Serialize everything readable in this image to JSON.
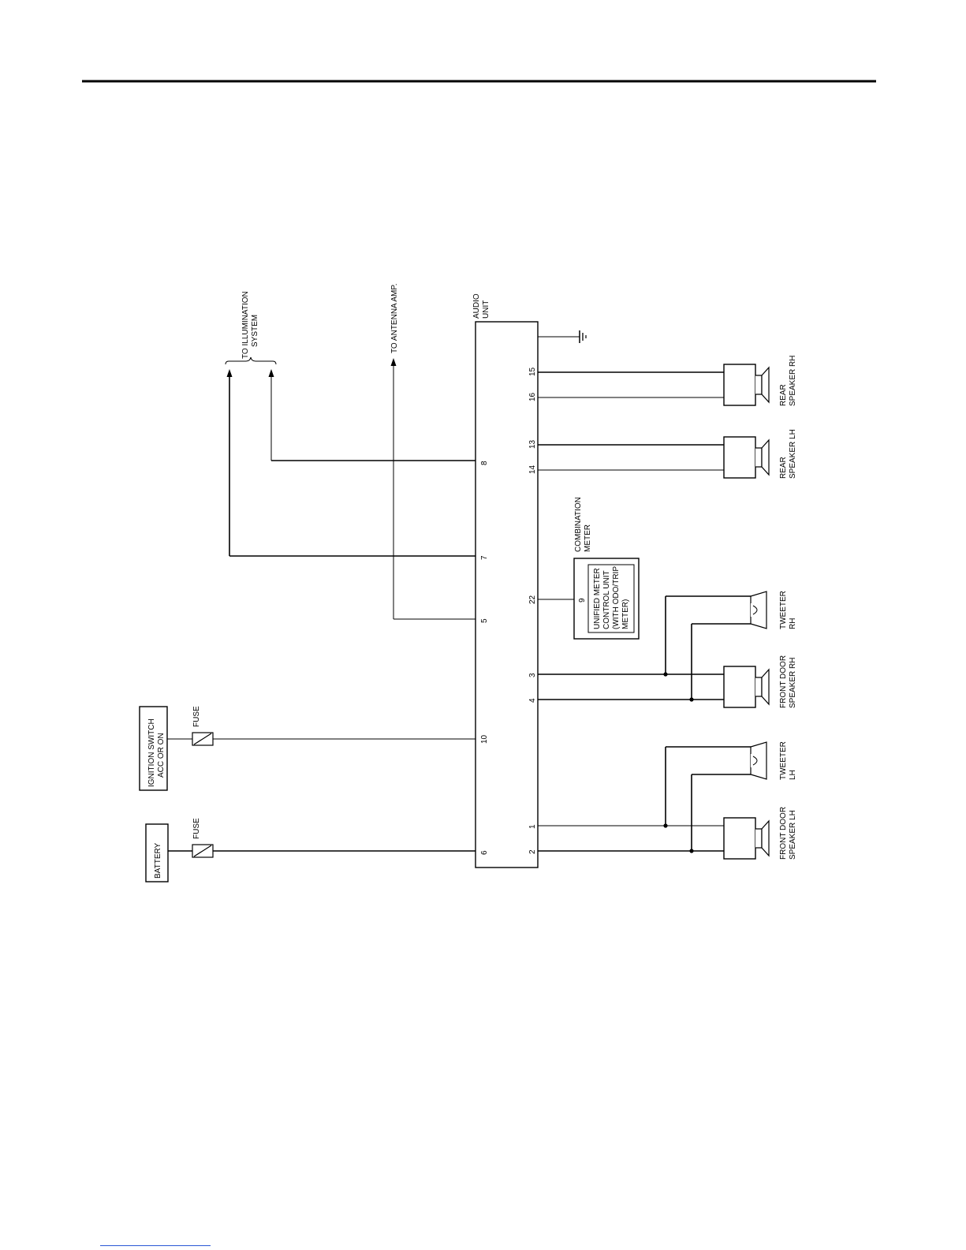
{
  "components": {
    "battery": "BATTERY",
    "ignition_switch": [
      "IGNITION SWITCH",
      "ACC OR ON"
    ],
    "fuse_label": "FUSE",
    "audio_unit": [
      "AUDIO",
      "UNIT"
    ],
    "to_illumination": [
      "TO ILLUMINATION",
      "SYSTEM"
    ],
    "to_antenna": "TO ANTENNA AMP.",
    "combination_meter": [
      "COMBINATION",
      "METER"
    ],
    "meter_pin": "9",
    "meter_unit": [
      "UNIFIED METER",
      "CONTROL UNIT",
      "(WITH ODO/TRIP",
      "METER)"
    ],
    "rear_speaker_rh": [
      "REAR",
      "SPEAKER RH"
    ],
    "rear_speaker_lh": [
      "REAR",
      "SPEAKER LH"
    ],
    "tweeter_rh": [
      "TWEETER",
      "RH"
    ],
    "front_door_speaker_rh": [
      "FRONT DOOR",
      "SPEAKER RH"
    ],
    "tweeter_lh": [
      "TWEETER",
      "LH"
    ],
    "front_door_speaker_lh": [
      "FRONT DOOR",
      "SPEAKER LH"
    ]
  },
  "pins": {
    "left_side": [
      "8",
      "7",
      "5",
      "10",
      "6"
    ],
    "right_side": [
      "15",
      "16",
      "13",
      "14",
      "22",
      "3",
      "4",
      "1",
      "2"
    ]
  }
}
